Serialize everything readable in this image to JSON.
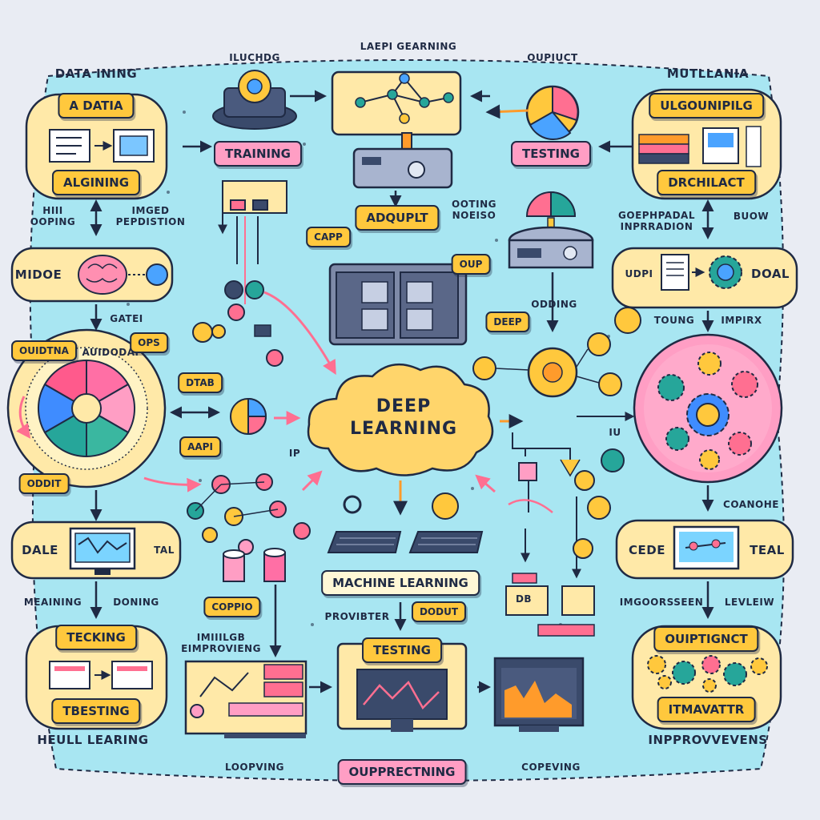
{
  "center": {
    "line1": "DEEP",
    "line2": "LEARNING"
  },
  "top_labels": {
    "left": "DATA INING",
    "left_center": "ILUCHDG",
    "center": "LAEPI GEARNING",
    "right_center": "OUPIUCT",
    "right": "MUTLLANIA"
  },
  "left_column": {
    "data_tag": "A DATIA",
    "aligning_tag": "ALGINING",
    "note_left": "HIII\nOOPING",
    "note_right": "IMGED\nPEPDISTION",
    "mode_label": "MIDOE",
    "gate_label": "GATEI",
    "wheel_label_top": "OUIDTNA",
    "wheel_label_inner": "AUIDODAI",
    "wheel_label_ops": "OPS",
    "wheel_label_bottom": "ODDIT",
    "dale_label": "DALE",
    "tal_label": "TAL",
    "meaning_label": "MEAINING",
    "doning_label": "DONING",
    "tecking_tag": "TECKING",
    "tebsting_tag": "TBESTING",
    "bottom_label": "HEULL LEARING"
  },
  "mid_left": {
    "training_tag": "TRAINING",
    "capp_tag": "CAPP",
    "dtab_tag": "DTAB",
    "aapi_tag": "AAPI",
    "ip_label": "IP",
    "coppio_tag": "COPPIO",
    "improving_label": "IMIIILGB\nEIMPROVIENG",
    "loopving_label": "LOOPVING"
  },
  "center_column": {
    "adquplt_tag": "ADQUPLT",
    "ooping_note": "OOTING\nNOEISO",
    "oup_tag": "OUP",
    "ml_tag": "MACHINE LEARNING",
    "provibter_label": "PROVIBTER",
    "dodut_tag": "DODUT",
    "testing_tag": "TESTING",
    "bottom_tag": "OUPPRECTNING"
  },
  "mid_right": {
    "testing_tag": "TESTING",
    "deep_tag": "DEEP",
    "odding_label": "ODDING",
    "copving_label": "COPEVING",
    "db_label": "DB",
    "iu_label": "IU"
  },
  "right_column": {
    "ulgo_tag": "ULGOUNIPILG",
    "archilact_tag": "DRCHILACT",
    "goep_label": "GOEPHPADAL\nINPRRADION",
    "buow_label": "BUOW",
    "udpi_label": "UDPI",
    "doal_label": "DOAL",
    "toung_label": "TOUNG",
    "impirk_label": "IMPIRX",
    "coanohe_label": "COANOHE",
    "cede_label": "CEDE",
    "teal_label": "TEAL",
    "imgo_label": "IMGOORSSEEN",
    "leviw_label": "LEVLEIW",
    "ouip_tag": "OUIPTIGNCT",
    "mavatr_tag": "ITMAVATTR",
    "bottom_label": "INPPROVVEVENS"
  },
  "colors": {
    "background": "#e9ecf3",
    "panel": "#a8e6f2",
    "ink": "#1f2a44",
    "yellow": "#ffc83d",
    "pink": "#ff9ec4",
    "cream": "#ffe9a8",
    "cloud": "#ffd56b",
    "arrow_pink": "#ff6f91"
  },
  "icons": [
    "brain-icon",
    "monitor-icon",
    "gear-icon",
    "server-icon",
    "cloud-icon",
    "keyboard-icon",
    "database-icon",
    "pie-chart-icon",
    "network-icon"
  ]
}
